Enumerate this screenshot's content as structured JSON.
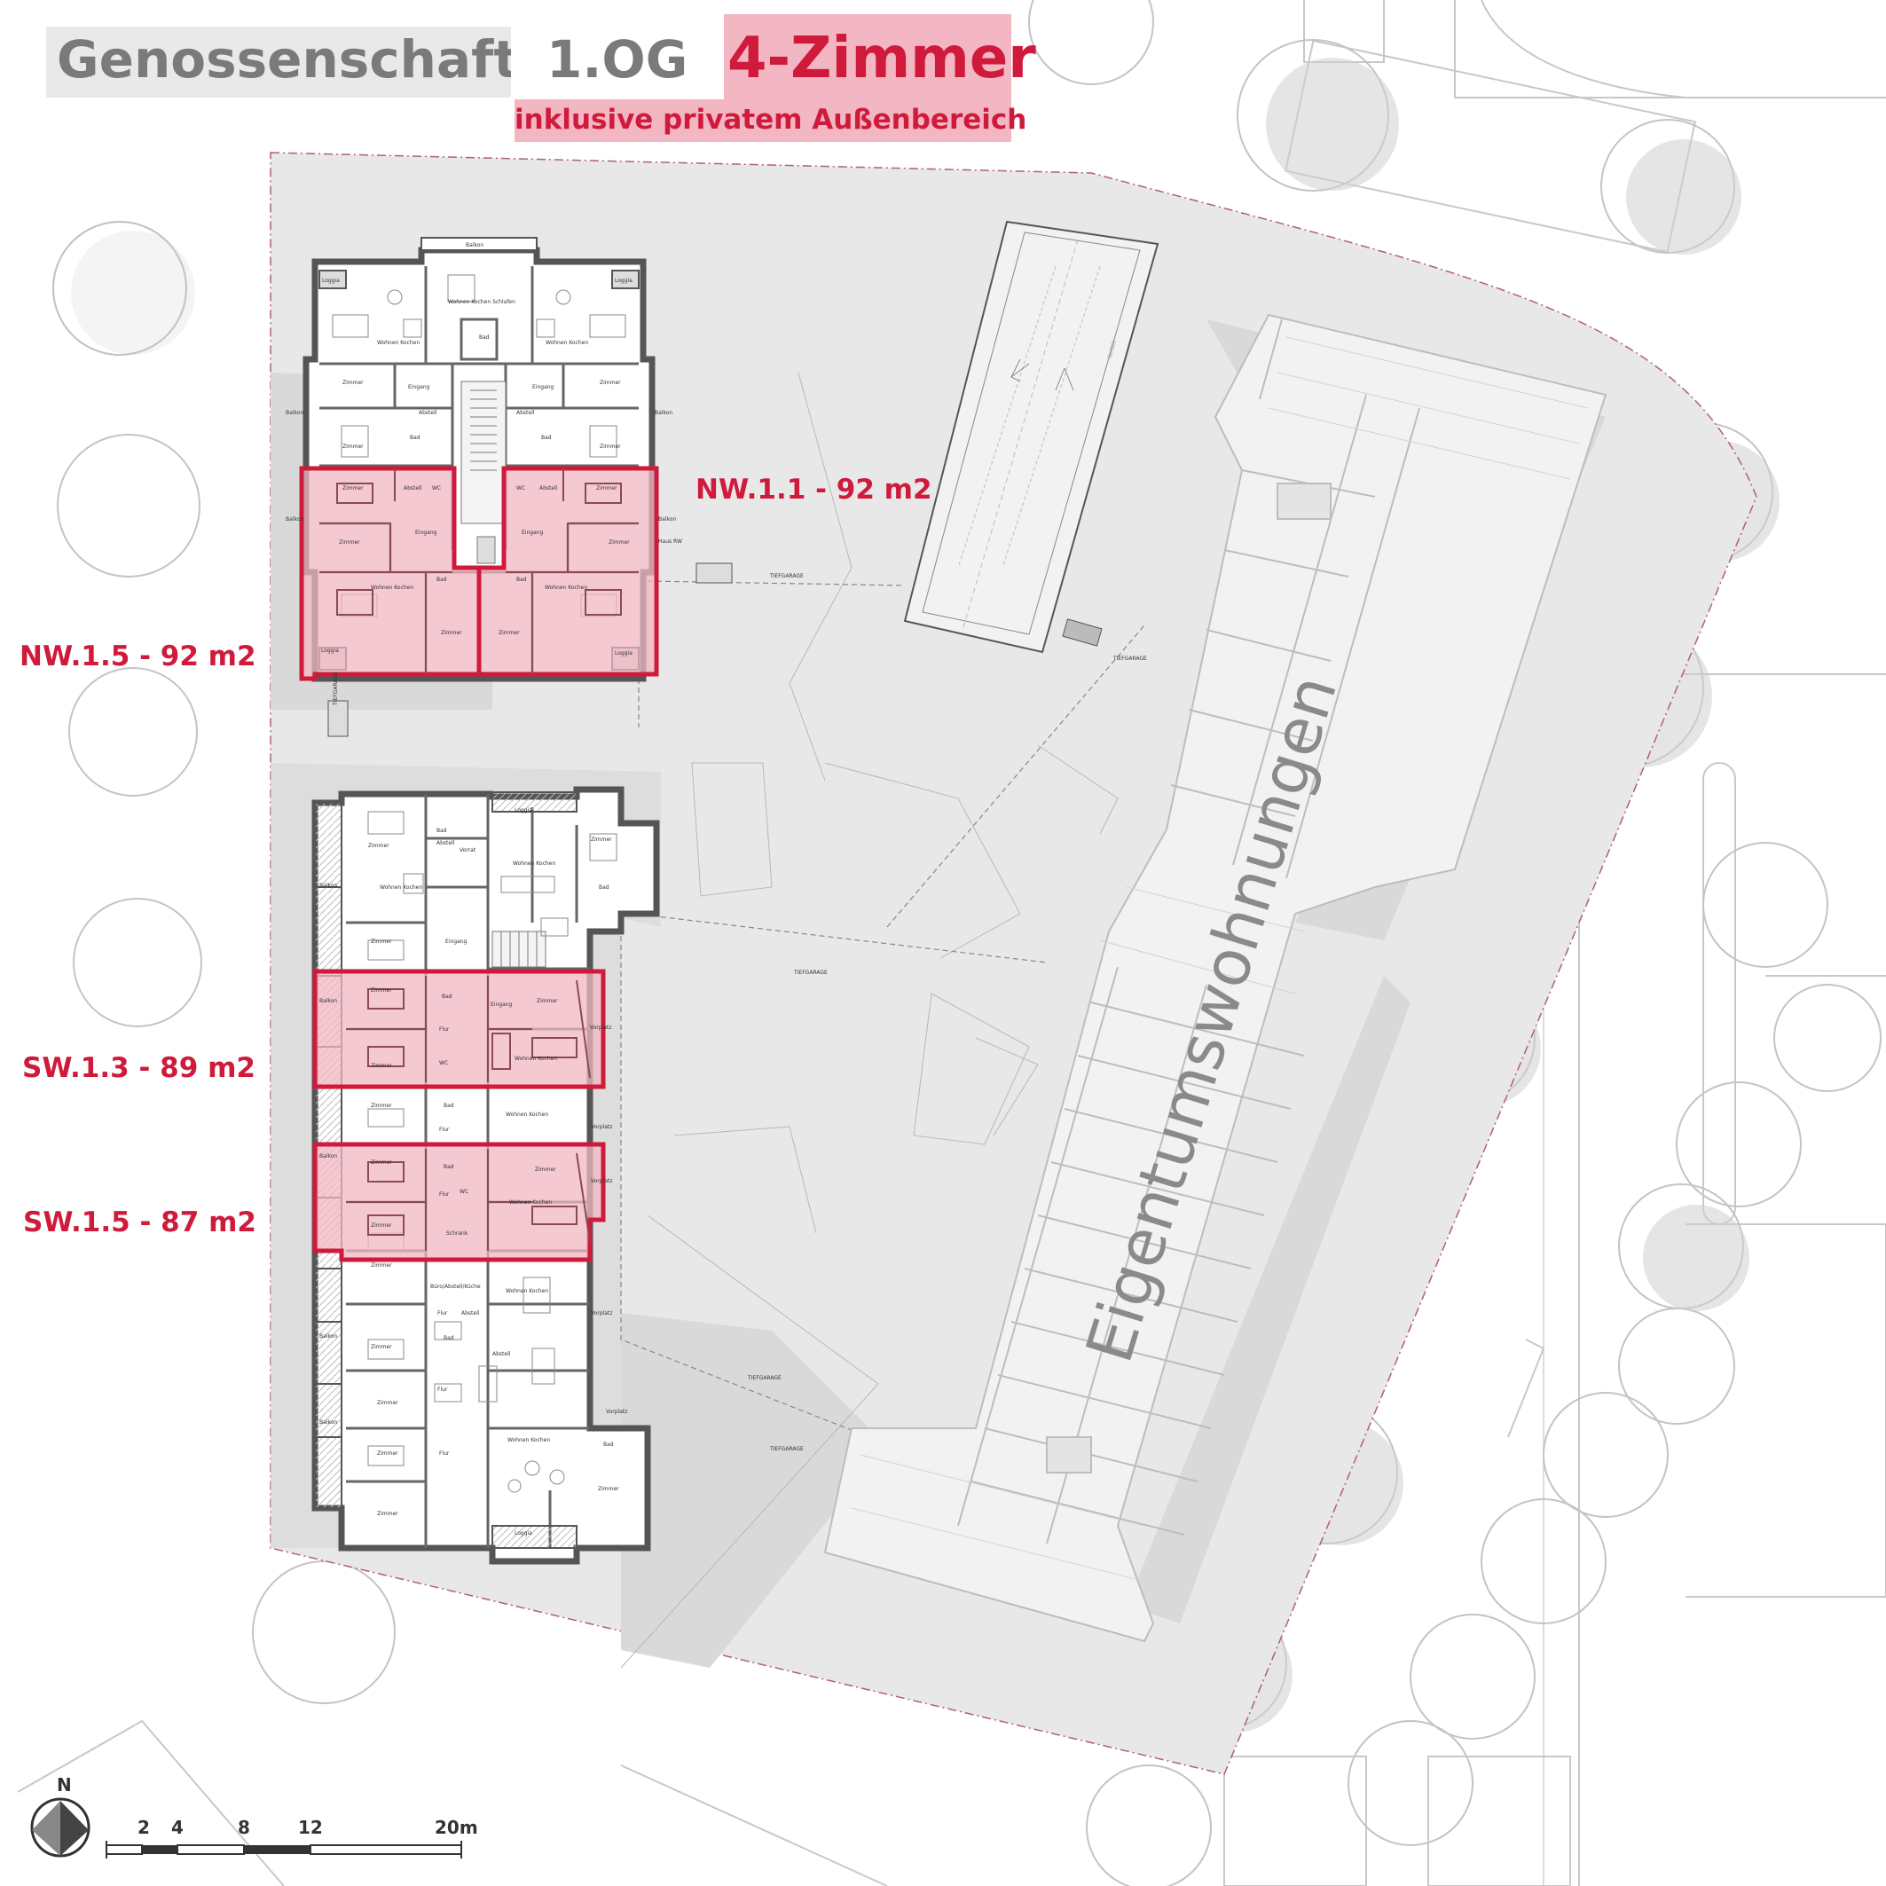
{
  "header": {
    "building": "Genossenschaft",
    "floor": "1.OG",
    "rooms": "4-Zimmer",
    "subtitle": "inklusive privatem Außenbereich"
  },
  "units": [
    {
      "id": "nw11",
      "label": "NW.1.1 - 92 m2"
    },
    {
      "id": "nw15",
      "label": "NW.1.5 - 92 m2"
    },
    {
      "id": "sw13",
      "label": "SW.1.3 - 89 m2"
    },
    {
      "id": "sw15",
      "label": "SW.1.5 - 87 m2"
    }
  ],
  "east_block": "Eigentumswohnungen",
  "scale": {
    "north": "N",
    "marks": [
      "2",
      "4",
      "8",
      "12",
      "20m"
    ]
  },
  "plan_labels": {
    "balkon": "Balkon",
    "loggia": "Loggia",
    "zimmer": "Zimmer",
    "bad": "Bad",
    "wc": "WC",
    "abstell": "Abstell",
    "eingang": "Eingang",
    "flur": "Flur",
    "wohnen_kochen": "Wohnen Kochen",
    "wohnen_kochen_schlafen": "Wohnen Kochen Schlafen",
    "vorplatz": "Vorplatz",
    "tiefgarage": "TIEFGARAGE",
    "schrank": "Schrank",
    "hausrw": "Haus RW",
    "buero": "Büro/Abstell/Küche",
    "vorrat": "Vorrat",
    "gefaelle": "Gefälle"
  },
  "colors": {
    "accent": "#d01a3c",
    "highlight_fill": "#f2b7c2",
    "wall": "#555555",
    "site": "#e8e8e8"
  }
}
